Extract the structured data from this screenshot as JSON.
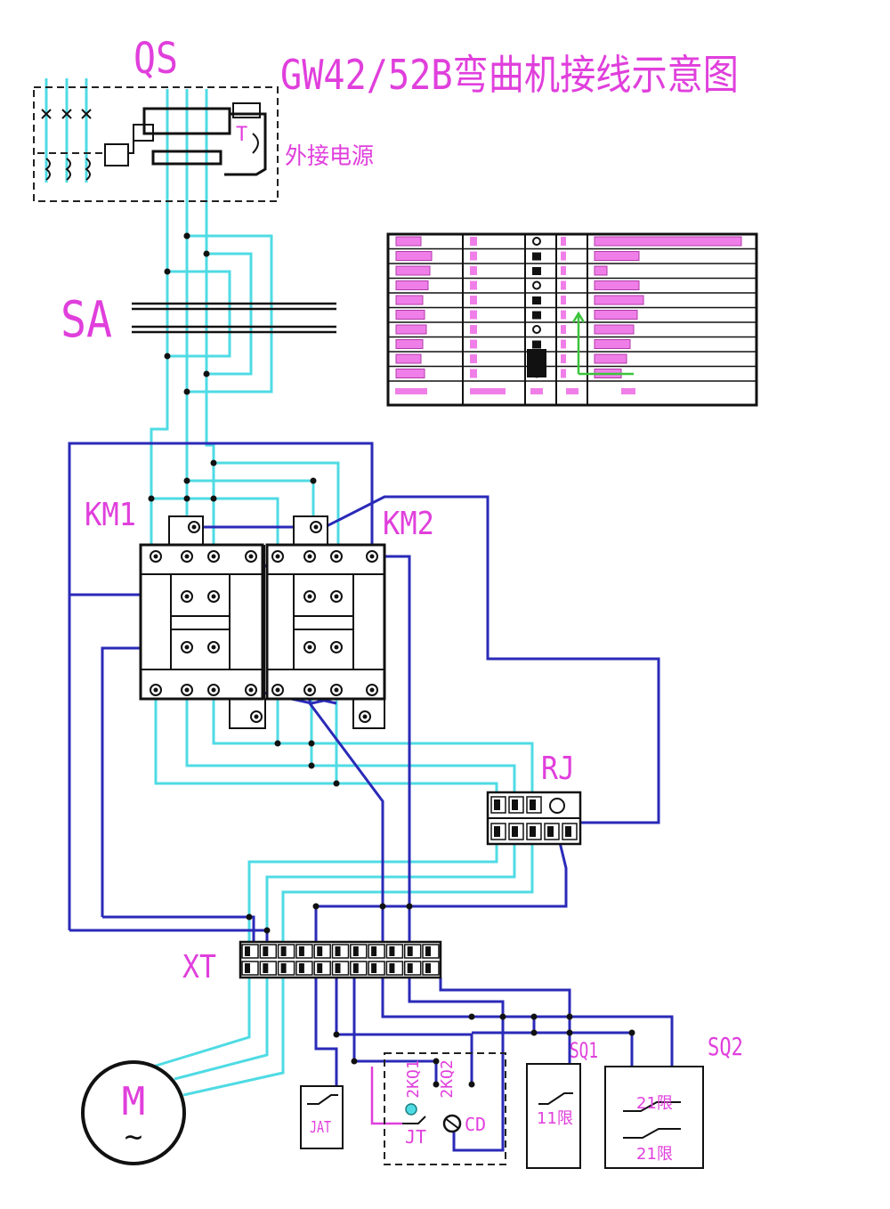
{
  "title": "GW42/52B弯曲机接线示意图",
  "labels": {
    "qs": "QS",
    "qs_t": "T",
    "external_power": "外接电源",
    "sa": "SA",
    "km1": "KM1",
    "km2": "KM2",
    "rj": "RJ",
    "xt": "XT",
    "motor": "M",
    "motor_ac": "~",
    "sq1": "SQ1",
    "sq2": "SQ2",
    "jat": "JAT",
    "k1": "2KQ1",
    "k2": "2KQ2",
    "jt": "JT",
    "cd": "CD",
    "sq1_contact": "11限",
    "sq2_contact_upper": "21限",
    "sq2_contact_lower": "21限"
  },
  "colors": {
    "power_wire": "#4fdbe4",
    "control_wire": "#2a2ab8",
    "label": "#e03fdc",
    "indicator": "#3cc43c",
    "table_fill": "#f07ee8"
  }
}
